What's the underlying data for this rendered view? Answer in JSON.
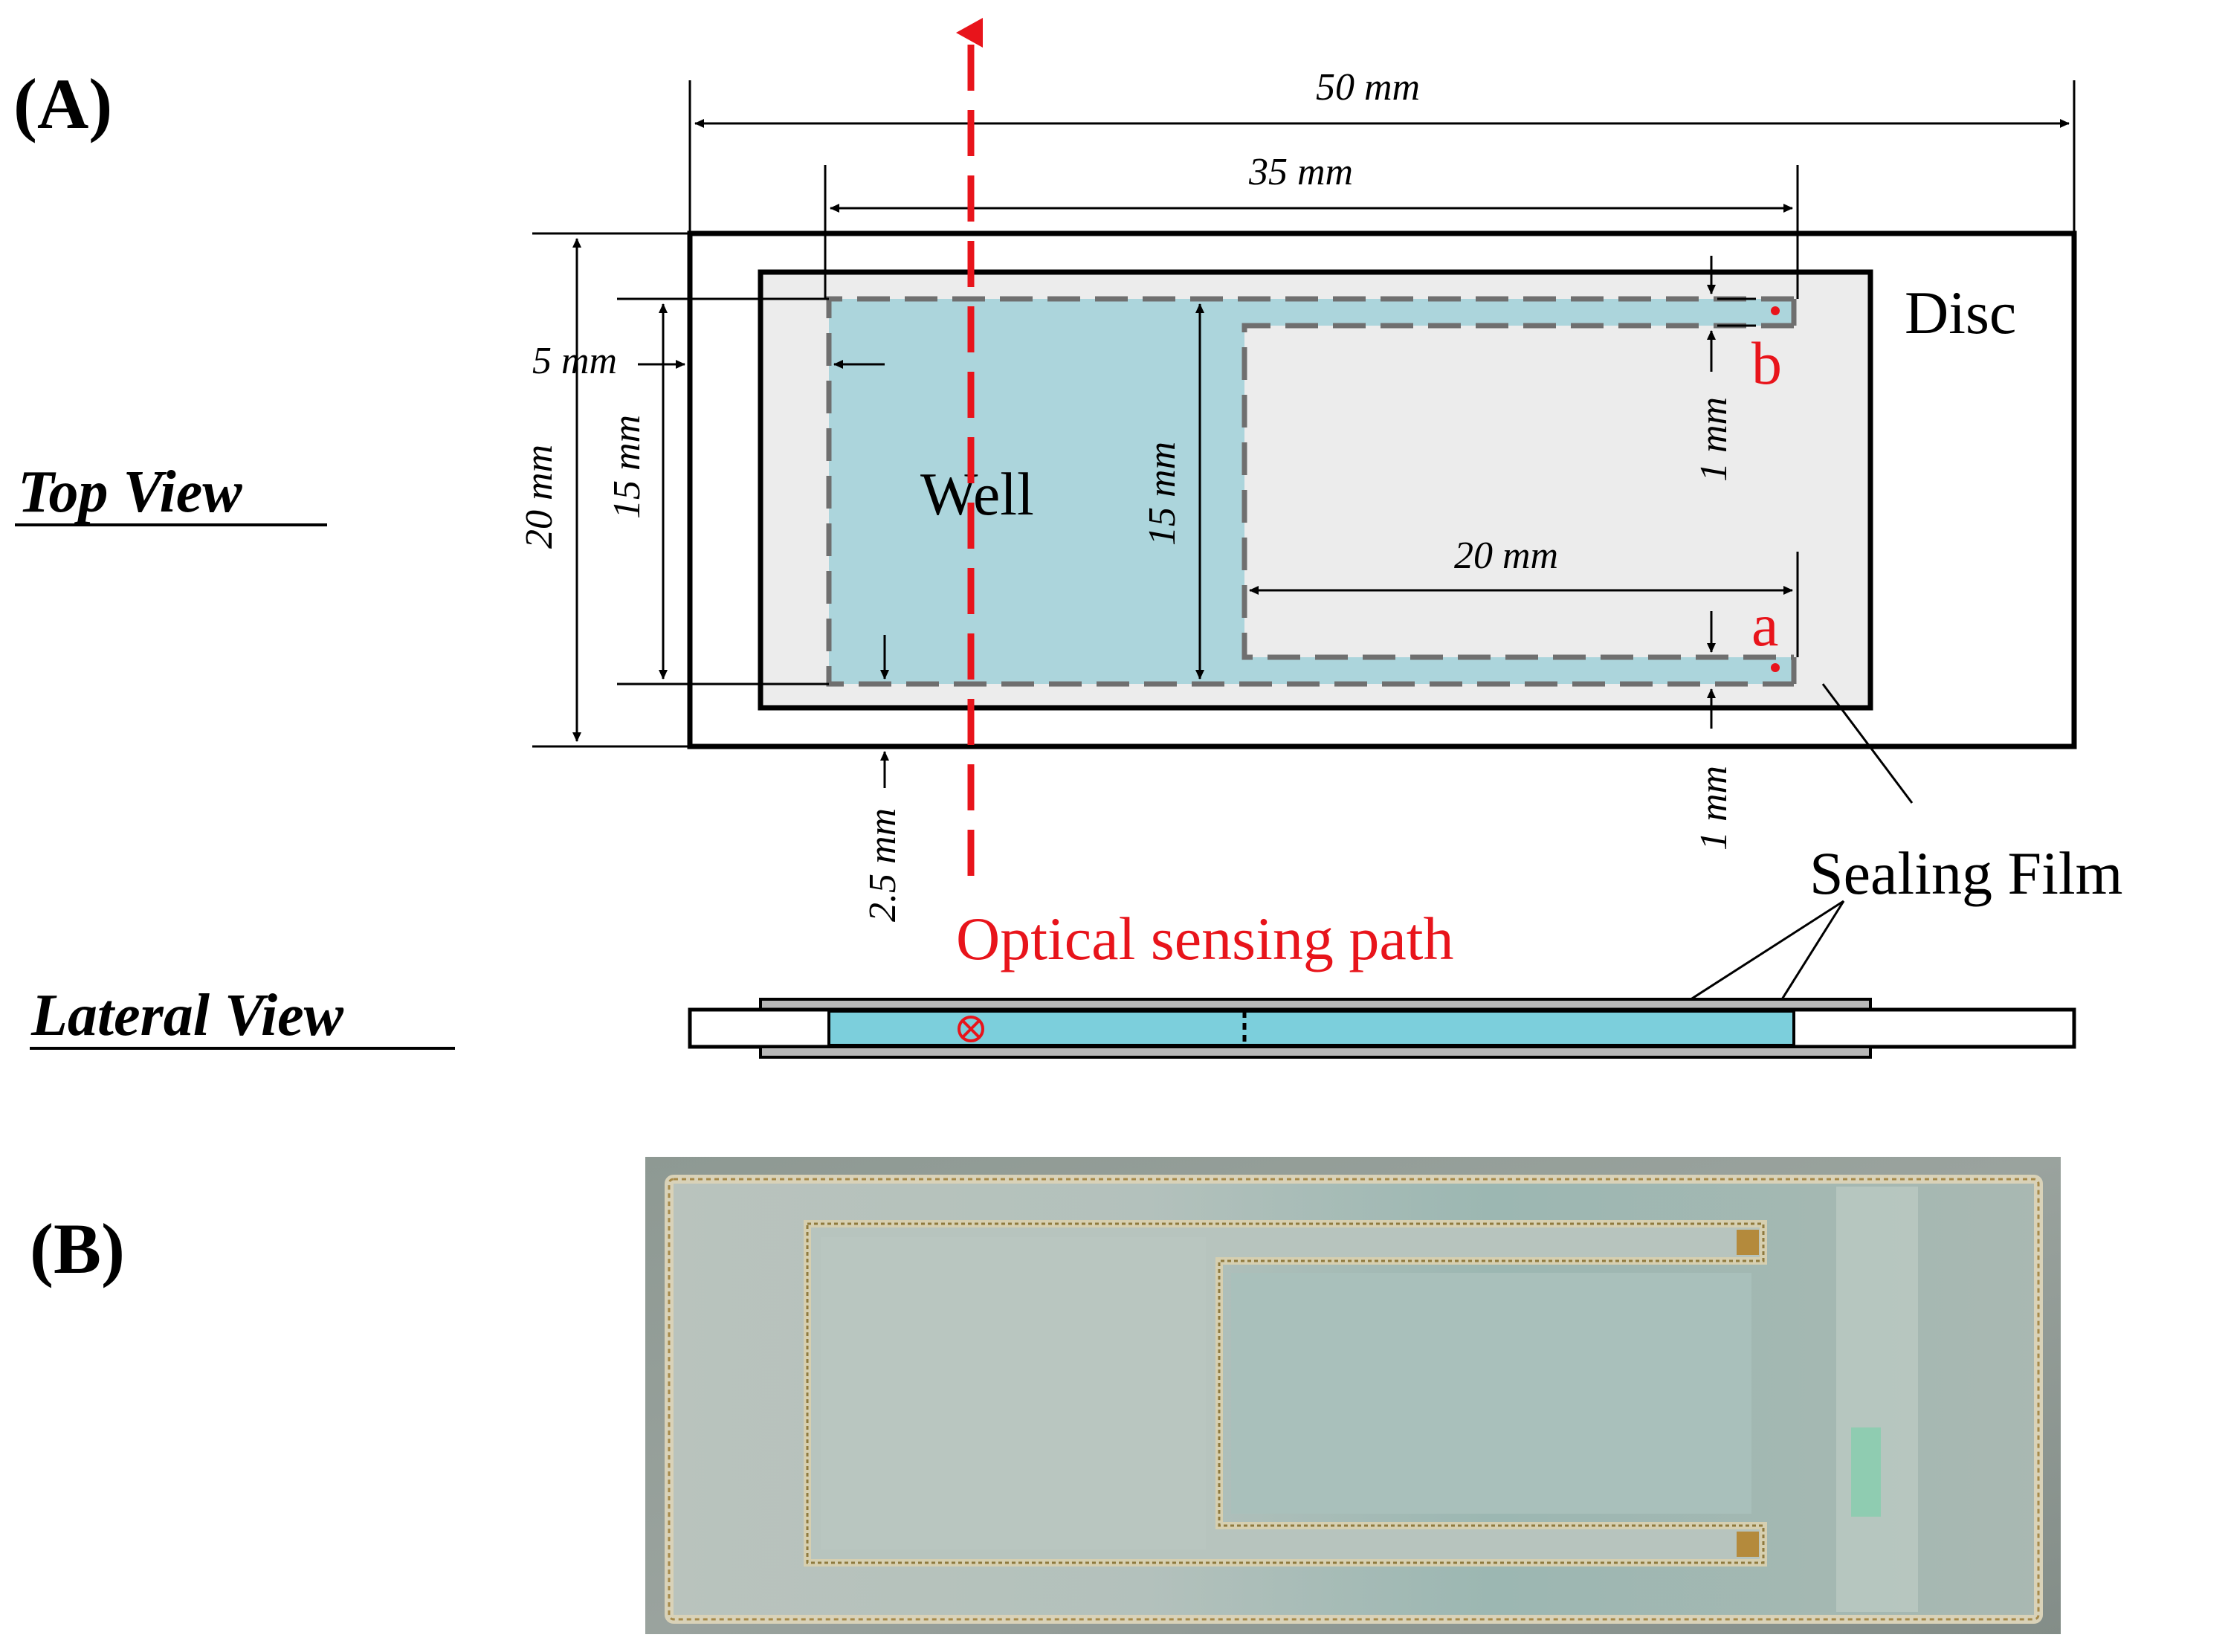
{
  "panels": {
    "a_label": "(A)",
    "b_label": "(B)"
  },
  "views": {
    "top": "Top View",
    "lateral": "Lateral View"
  },
  "dimensions": {
    "overall_width": "50 mm",
    "channel_span": "35 mm",
    "overall_height": "20 mm",
    "well_height": "15 mm",
    "inner_height": "15 mm",
    "left_margin": "5 mm",
    "inner_width": "20 mm",
    "channel_width_top": "1 mm",
    "channel_width_bottom": "1 mm",
    "bottom_margin": "2.5 mm"
  },
  "labels": {
    "disc": "Disc",
    "well": "Well",
    "point_a": "a",
    "point_b": "b",
    "sealing_film": "Sealing Film",
    "optical_path": "Optical sensing path"
  },
  "colors": {
    "fluid": "#acd5dc",
    "fluid_lateral": "#7ccfdc",
    "disc_fill": "#ececec",
    "optical": "#e8141b",
    "dashed_outline": "#6f6f6f"
  }
}
